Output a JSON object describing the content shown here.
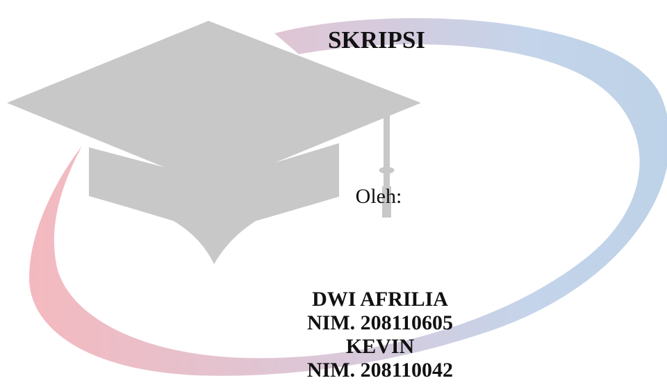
{
  "cover": {
    "title": "SKRIPSI",
    "by_label": "Oleh:",
    "authors": [
      {
        "name": "DWI AFRILIA",
        "nim": "NIM. 208110605"
      },
      {
        "name": "KEVIN",
        "nim": "NIM. 208110042"
      }
    ]
  },
  "decoration": {
    "cap_icon": "graduation-cap-icon",
    "swoosh_colors": [
      "#f4b9bf",
      "#d9c9da",
      "#bdd2e8"
    ],
    "cap_color": "#c8c8c8"
  }
}
